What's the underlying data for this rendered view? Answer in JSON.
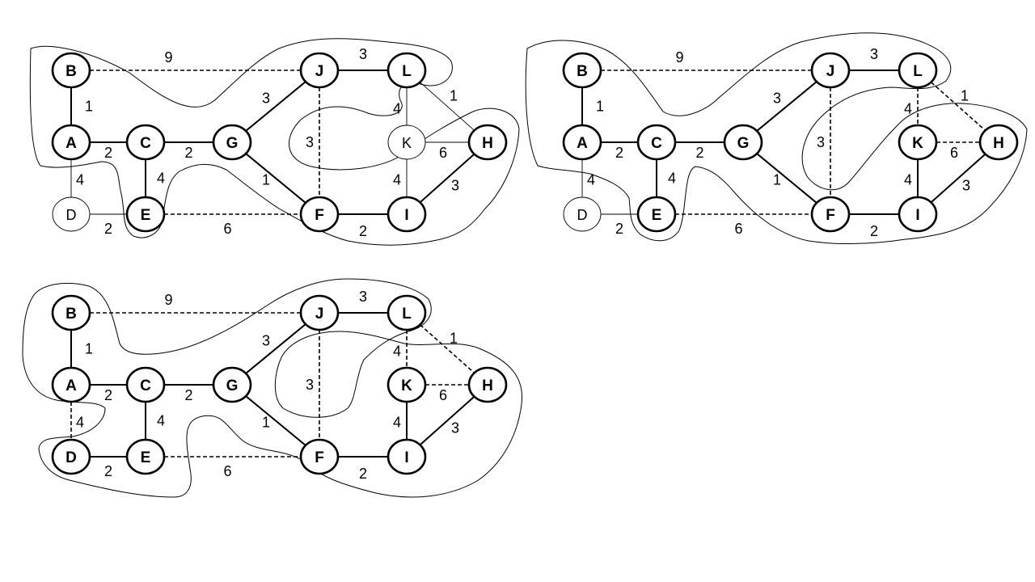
{
  "node_labels": {
    "A": "A",
    "B": "B",
    "C": "C",
    "D": "D",
    "E": "E",
    "F": "F",
    "G": "G",
    "H": "H",
    "I": "I",
    "J": "J",
    "K": "K",
    "L": "L"
  },
  "edges": [
    {
      "id": "B-J",
      "from": "B",
      "to": "J",
      "weight": "9"
    },
    {
      "id": "J-L",
      "from": "J",
      "to": "L",
      "weight": "3"
    },
    {
      "id": "B-A",
      "from": "B",
      "to": "A",
      "weight": "1"
    },
    {
      "id": "L-H",
      "from": "L",
      "to": "H",
      "weight": "1"
    },
    {
      "id": "G-J",
      "from": "G",
      "to": "J",
      "weight": "3"
    },
    {
      "id": "L-K",
      "from": "L",
      "to": "K",
      "weight": "4"
    },
    {
      "id": "A-C",
      "from": "A",
      "to": "C",
      "weight": "2"
    },
    {
      "id": "C-G",
      "from": "C",
      "to": "G",
      "weight": "2"
    },
    {
      "id": "J-F",
      "from": "J",
      "to": "F",
      "weight": "3"
    },
    {
      "id": "K-H",
      "from": "K",
      "to": "H",
      "weight": "6"
    },
    {
      "id": "A-D",
      "from": "A",
      "to": "D",
      "weight": "4"
    },
    {
      "id": "C-E",
      "from": "C",
      "to": "E",
      "weight": "4"
    },
    {
      "id": "G-F",
      "from": "G",
      "to": "F",
      "weight": "1"
    },
    {
      "id": "K-I",
      "from": "K",
      "to": "I",
      "weight": "4"
    },
    {
      "id": "H-I",
      "from": "H",
      "to": "I",
      "weight": "3"
    },
    {
      "id": "D-E",
      "from": "D",
      "to": "E",
      "weight": "2"
    },
    {
      "id": "E-F",
      "from": "E",
      "to": "F",
      "weight": "6"
    },
    {
      "id": "F-I",
      "from": "F",
      "to": "I",
      "weight": "2"
    }
  ],
  "panels": [
    {
      "id": "panel-1",
      "inactive_nodes": [
        "D",
        "K"
      ],
      "edge_styles": {
        "B-J": "dashed",
        "J-L": "solid",
        "B-A": "solid",
        "L-H": "thin",
        "G-J": "solid",
        "L-K": "thin",
        "A-C": "solid",
        "C-G": "solid",
        "J-F": "dashed",
        "K-H": "thin",
        "A-D": "thin",
        "C-E": "solid",
        "G-F": "solid",
        "K-I": "thin",
        "H-I": "solid",
        "D-E": "thin",
        "E-F": "dashed",
        "F-I": "solid"
      }
    },
    {
      "id": "panel-2",
      "inactive_nodes": [
        "D"
      ],
      "edge_styles": {
        "B-J": "dashed",
        "J-L": "solid",
        "B-A": "solid",
        "L-H": "dashed",
        "G-J": "solid",
        "L-K": "dashed",
        "A-C": "solid",
        "C-G": "solid",
        "J-F": "dashed",
        "K-H": "dashed",
        "A-D": "thin",
        "C-E": "solid",
        "G-F": "solid",
        "K-I": "solid",
        "H-I": "solid",
        "D-E": "thin",
        "E-F": "dashed",
        "F-I": "solid"
      }
    },
    {
      "id": "panel-3",
      "inactive_nodes": [],
      "edge_styles": {
        "B-J": "dashed",
        "J-L": "solid",
        "B-A": "solid",
        "L-H": "dashed",
        "G-J": "solid",
        "L-K": "dashed",
        "A-C": "solid",
        "C-G": "solid",
        "J-F": "dashed",
        "K-H": "dashed",
        "A-D": "dashed",
        "C-E": "solid",
        "G-F": "solid",
        "K-I": "solid",
        "H-I": "solid",
        "D-E": "solid",
        "E-F": "dashed",
        "F-I": "solid"
      }
    }
  ]
}
